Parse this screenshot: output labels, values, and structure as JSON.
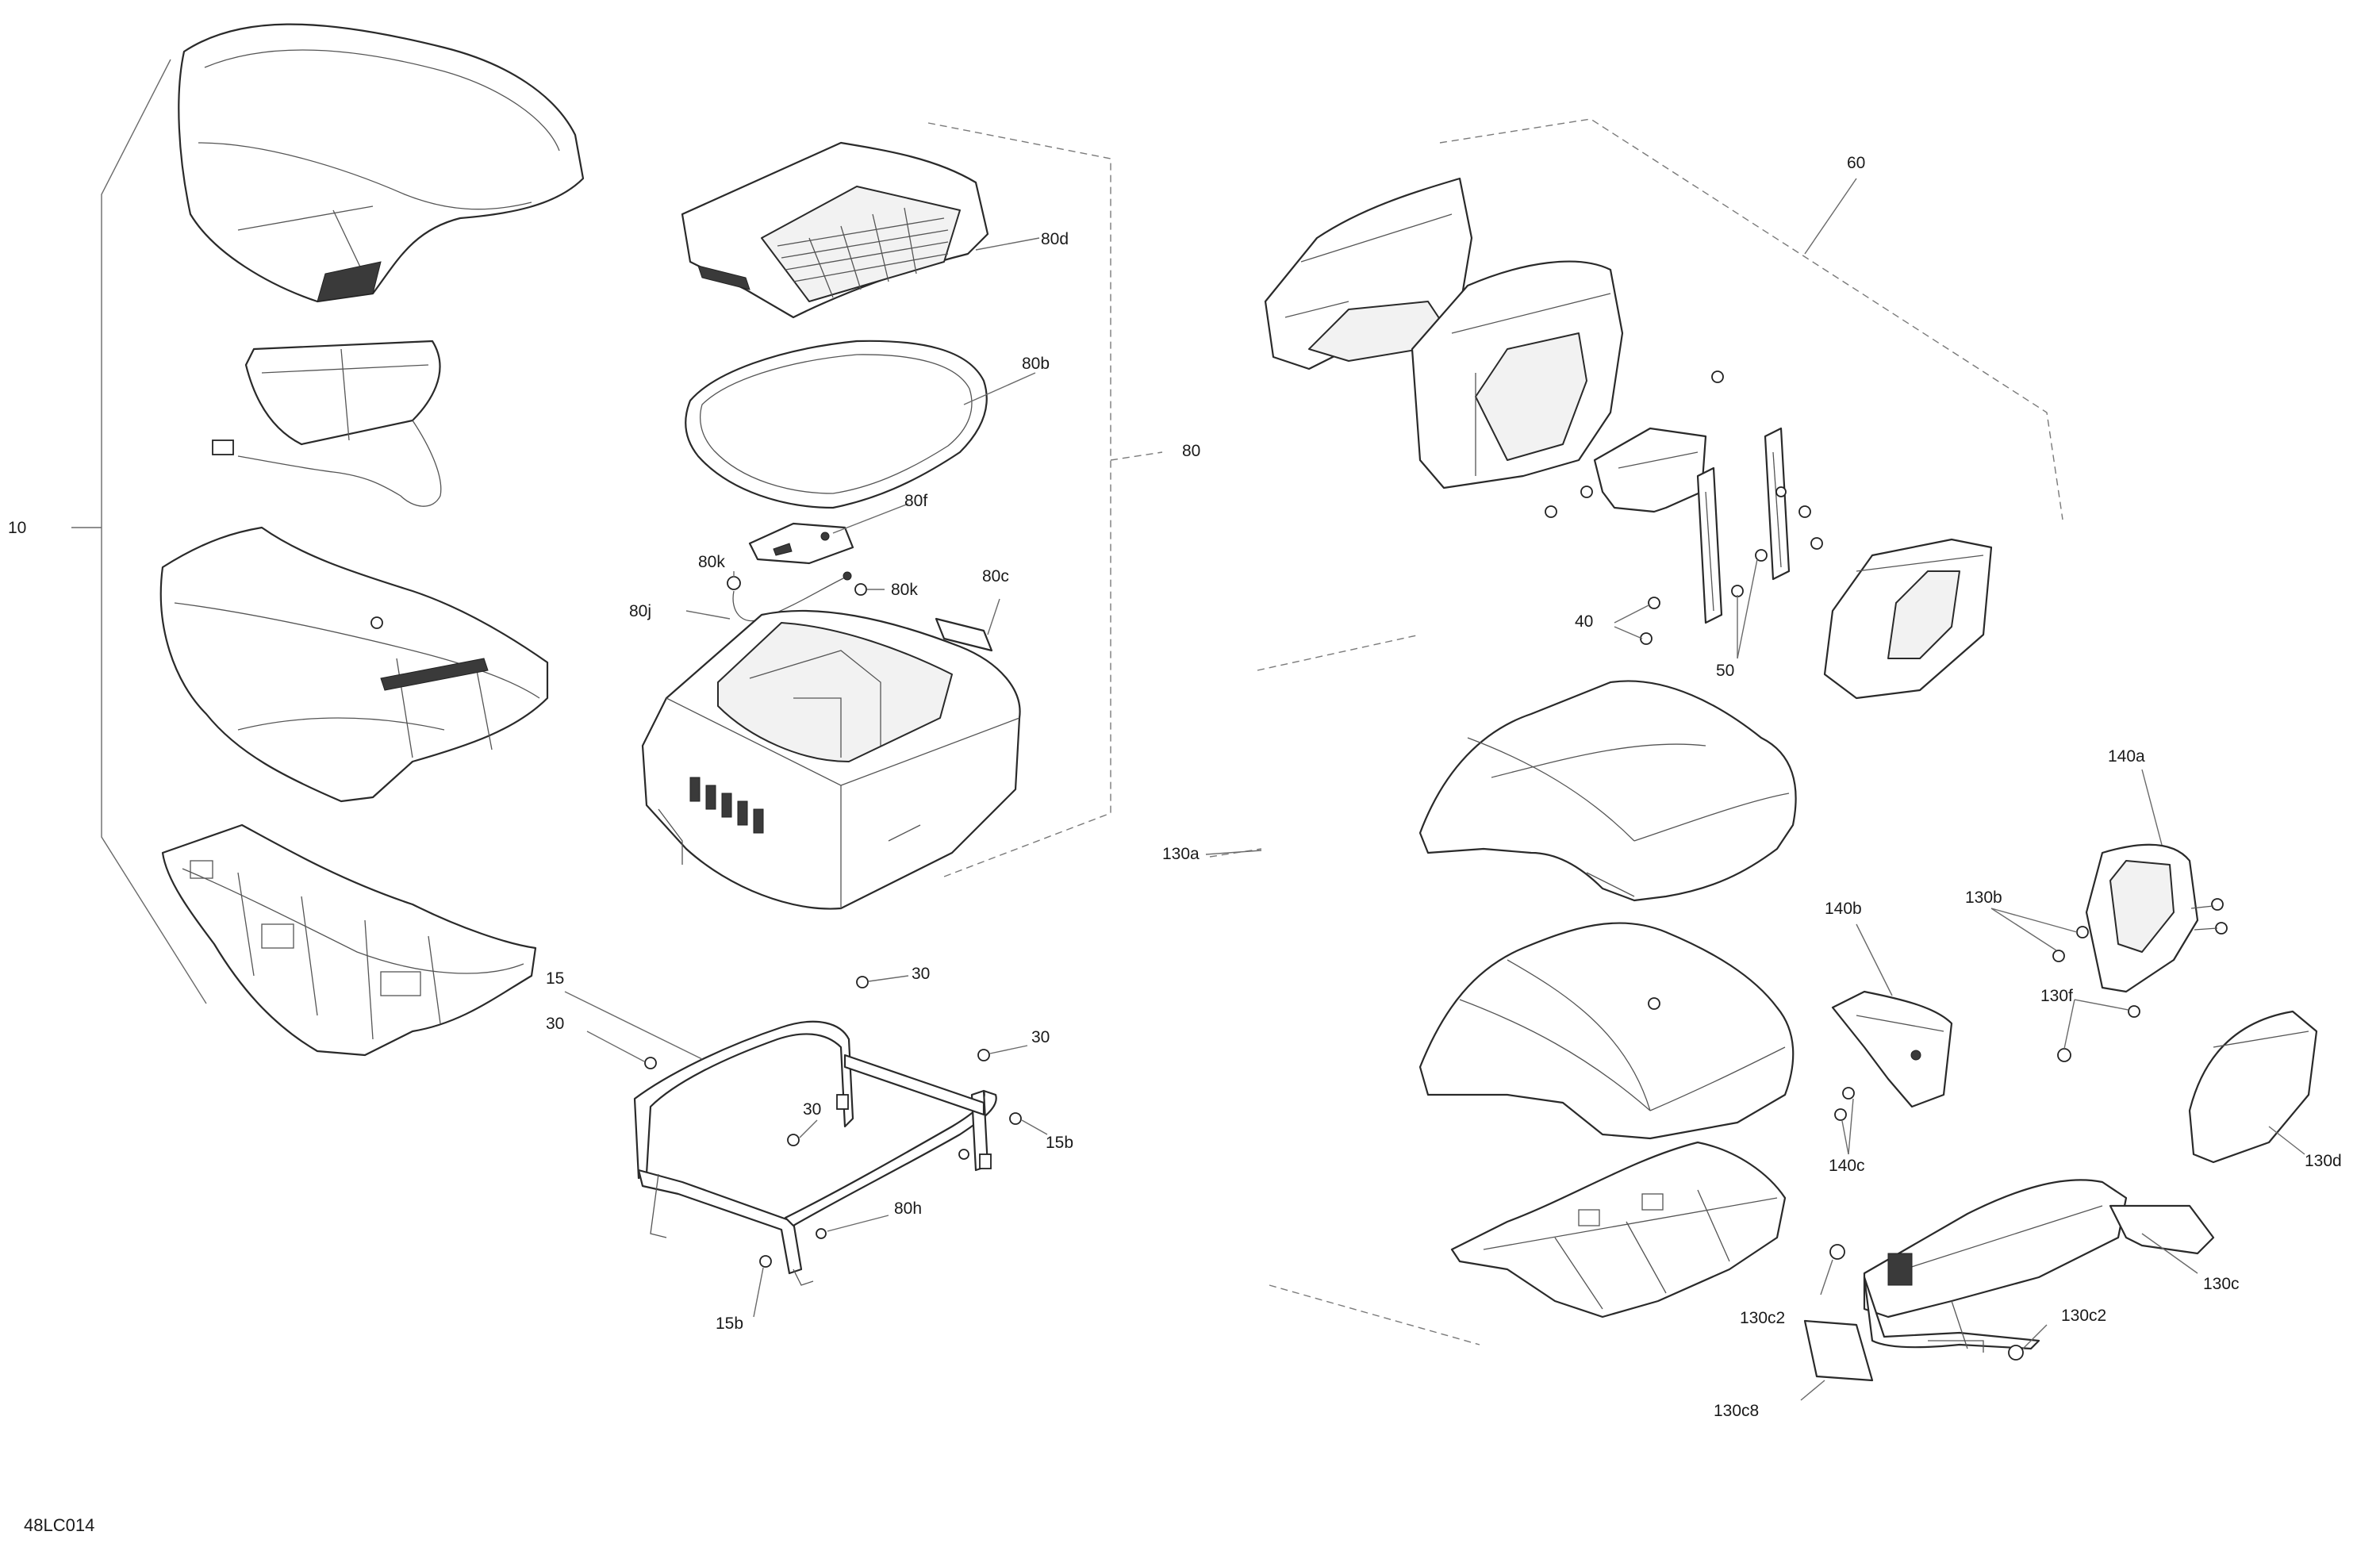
{
  "document_id": "48LC014",
  "callouts": {
    "c10": "10",
    "c15": "15",
    "c15b_1": "15b",
    "c15b_2": "15b",
    "c30_1": "30",
    "c30_2": "30",
    "c30_3": "30",
    "c30_4": "30",
    "c40": "40",
    "c50": "50",
    "c60": "60",
    "c80": "80",
    "c80b": "80b",
    "c80c": "80c",
    "c80d": "80d",
    "c80f": "80f",
    "c80h": "80h",
    "c80j": "80j",
    "c80k_1": "80k",
    "c80k_2": "80k",
    "c130a": "130a",
    "c130b": "130b",
    "c130c": "130c",
    "c130c2_1": "130c2",
    "c130c2_2": "130c2",
    "c130c8": "130c8",
    "c130d": "130d",
    "c130f": "130f",
    "c140a": "140a",
    "c140b": "140b",
    "c140c": "140c"
  }
}
